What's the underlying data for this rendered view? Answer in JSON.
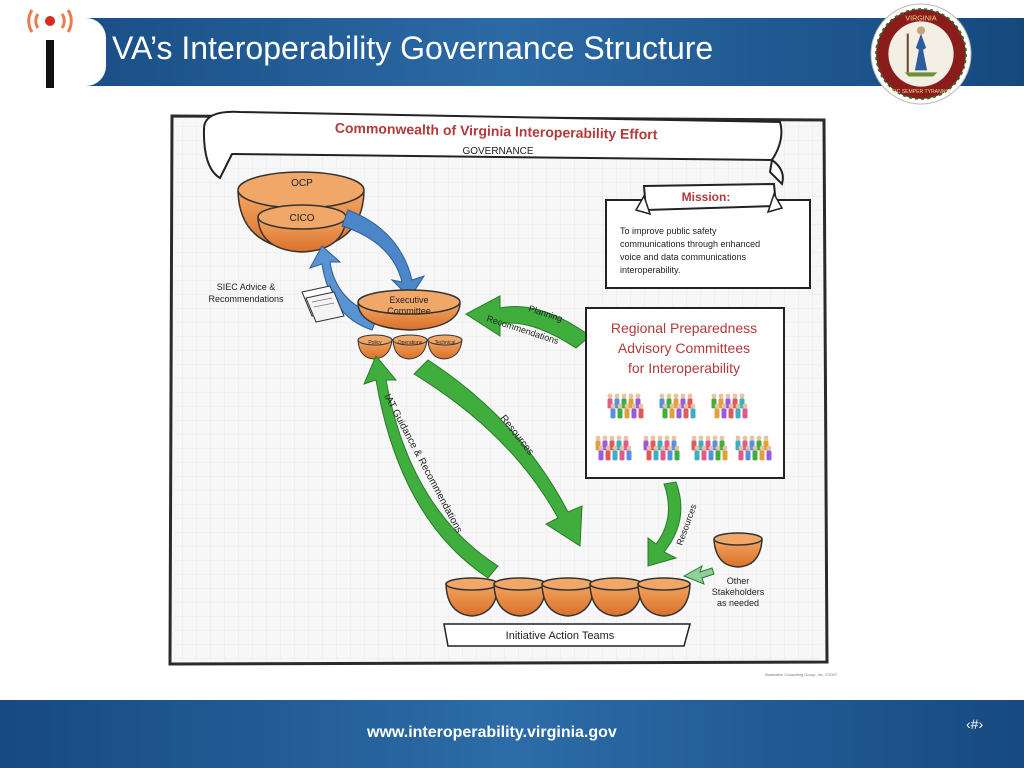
{
  "header": {
    "title": "VA’s Interoperability Governance Structure"
  },
  "footer": {
    "url": "www.interoperability.virginia.gov",
    "slide_number": "‹#›"
  },
  "seal": {
    "top_text": "VIRGINIA",
    "motto": "SIC SEMPER TYRANNIS"
  },
  "diagram": {
    "banner_title": "Commonwealth of Virginia Interoperability Effort",
    "banner_subtitle": "GOVERNANCE",
    "ocp": "OCP",
    "cico": "CICO",
    "siec_line1": "SIEC Advice &",
    "siec_line2": "Recommendations",
    "exec_line1": "Executive",
    "exec_line2": "Committee",
    "sub_policy": "Policy",
    "sub_operations": "Operations",
    "sub_technical": "Technical",
    "mission_title": "Mission:",
    "mission_lines": [
      "To improve public safety",
      "communications through enhanced",
      "voice and data communications",
      "interoperability."
    ],
    "planning_line1": "Planning",
    "planning_line2": "Recommendations",
    "regional_lines": [
      "Regional Preparedness",
      "Advisory Committees",
      "for Interoperability"
    ],
    "resources_center": "Resources",
    "resources_right": "Resources",
    "iat_guidance": "IAT Guidance & Recommendations",
    "other_lines": [
      "Other",
      "Stakeholders",
      "as needed"
    ],
    "initiative_label": "Initiative Action Teams"
  },
  "colors": {
    "header_blue": "#1f5a96",
    "arrow_green": "#3fae3c",
    "arrow_blue": "#4a86c8",
    "pot_orange": "#e8843a"
  },
  "credit": "Illustration Consulting Group, Inc. ©2007"
}
